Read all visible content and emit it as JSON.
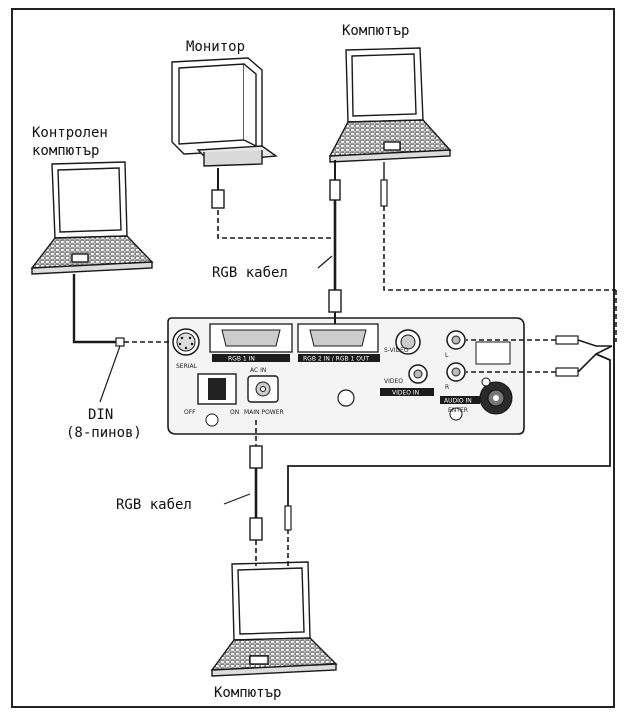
{
  "labels": {
    "monitor": "Монитор",
    "computer_top": "Компютър",
    "control_computer_line1": "Контролен",
    "control_computer_line2": "компютър",
    "rgb_cable_top": "RGB кабел",
    "din_line1": "DIN",
    "din_line2": "(8-пинов)",
    "rgb_cable_bottom": "RGB кабел",
    "computer_bottom": "Компютър"
  },
  "panel": {
    "port_rgb1_in": "RGB 1 IN",
    "port_rgb2_in": "RGB 2 IN / RGB 1 OUT",
    "port_video_in": "VIDEO IN",
    "port_audio_in": "AUDIO IN",
    "port_s_video": "S-VIDEO",
    "port_video": "VIDEO",
    "power_off": "OFF",
    "power_on": "ON",
    "main_power": "MAIN POWER",
    "ac_in": "AC IN",
    "enter": "ENTER",
    "serial": "SERIAL",
    "audio_l": "L",
    "audio_r": "R"
  },
  "colors": {
    "line": "#1a1a1a",
    "panel_fill": "#f4f4f4",
    "label_bar": "#1c1c1c"
  }
}
